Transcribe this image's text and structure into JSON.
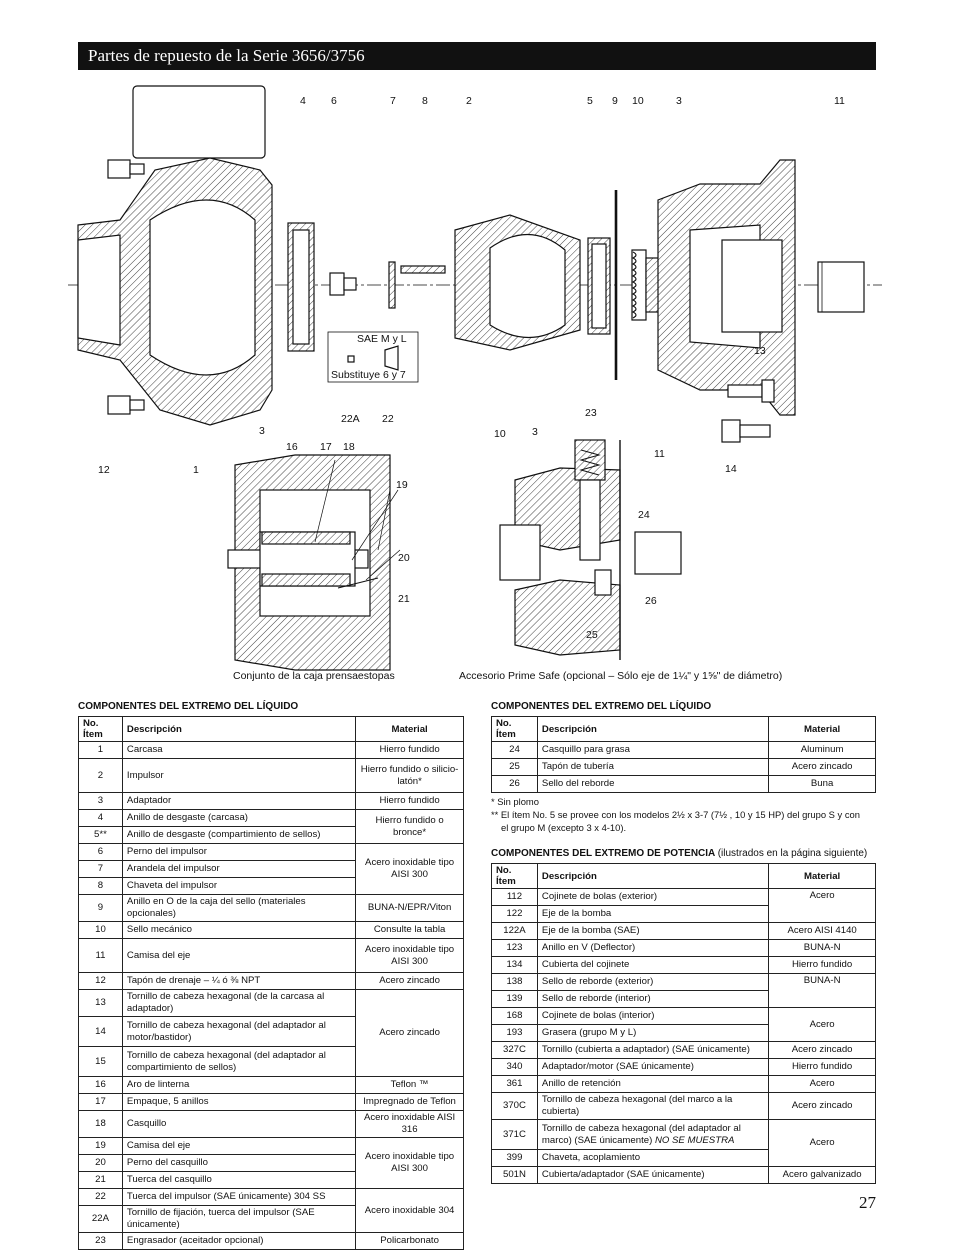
{
  "header": {
    "title": "Partes de repuesto de la Serie 3656/3756"
  },
  "diagram": {
    "top_labels": [
      "4",
      "6",
      "7",
      "8",
      "2",
      "5",
      "9",
      "10",
      "3",
      "11"
    ],
    "side_labels": [
      "12",
      "1",
      "3",
      "16",
      "17",
      "18",
      "19",
      "20",
      "21",
      "22A",
      "22",
      "13",
      "14",
      "10",
      "3",
      "23",
      "11",
      "24",
      "26",
      "25"
    ],
    "inset_title": "SAE M y L",
    "inset_note": "Substituye 6 y 7",
    "caption_left": "Conjunto de la caja prensaestopas",
    "caption_right": "Accesorio Prime Safe (opcional – Sólo eje de 1¼\" y 1⅝\" de diámetro)"
  },
  "table_left": {
    "section": "COMPONENTES DEL EXTREMO DEL LÍQUIDO",
    "headers": [
      "No. Ítem",
      "Descripción",
      "Material"
    ],
    "rows": [
      [
        "1",
        "Carcasa",
        "Hierro fundido"
      ],
      [
        "2",
        "Impulsor",
        "Hierro fundido o silicio-latón*"
      ],
      [
        "3",
        "Adaptador",
        "Hierro fundido"
      ],
      [
        "4",
        "Anillo de desgaste (carcasa)",
        "Hierro fundido o bronce*"
      ],
      [
        "5**",
        "Anillo de desgaste (compartimiento de sellos)",
        ""
      ],
      [
        "6",
        "Perno del impulsor",
        "Acero inoxidable tipo AISI 300"
      ],
      [
        "7",
        "Arandela del impulsor",
        ""
      ],
      [
        "8",
        "Chaveta del impulsor",
        ""
      ],
      [
        "9",
        "Anillo en O de la caja del sello (materiales opcionales)",
        "BUNA-N/EPR/Viton"
      ],
      [
        "10",
        "Sello mecánico",
        "Consulte la tabla"
      ],
      [
        "11",
        "Camisa del eje",
        "Acero inoxidable tipo AISI 300"
      ],
      [
        "12",
        "Tapón de drenaje – ¼ ó ⅜ NPT",
        "Acero zincado"
      ],
      [
        "13",
        "Tornillo de cabeza hexagonal (de la carcasa al adaptador)",
        "Acero zincado"
      ],
      [
        "14",
        "Tornillo de cabeza hexagonal (del adaptador al motor/bastidor)",
        ""
      ],
      [
        "15",
        "Tornillo de cabeza hexagonal (del adaptador al compartimiento de sellos)",
        ""
      ],
      [
        "16",
        "Aro de linterna",
        "Teflon ™"
      ],
      [
        "17",
        "Empaque, 5 anillos",
        "Impregnado de Teflon"
      ],
      [
        "18",
        "Casquillo",
        "Acero inoxidable AISI 316"
      ],
      [
        "19",
        "Camisa del eje",
        "Acero inoxidable tipo AISI 300"
      ],
      [
        "20",
        "Perno del casquillo",
        ""
      ],
      [
        "21",
        "Tuerca del casquillo",
        ""
      ],
      [
        "22",
        "Tuerca del impulsor (SAE únicamente) 304 SS",
        "Acero inoxidable 304"
      ],
      [
        "22A",
        "Tornillo de fijación, tuerca del impulsor (SAE únicamente)",
        ""
      ],
      [
        "23",
        "Engrasador (aceitador opcional)",
        "Policarbonato"
      ]
    ]
  },
  "table_right_top": {
    "section": "COMPONENTES DEL EXTREMO DEL LÍQUIDO",
    "headers": [
      "No. Ítem",
      "Descripción",
      "Material"
    ],
    "rows": [
      [
        "24",
        "Casquillo para grasa",
        "Aluminum"
      ],
      [
        "25",
        "Tapón de tubería",
        "Acero zincado"
      ],
      [
        "26",
        "Sello del reborde",
        "Buna"
      ]
    ]
  },
  "notes": {
    "n1": "* Sin plomo",
    "n2": "** El ítem No. 5 se provee con los modelos 2½ x 3-7 (7½ , 10 y 15 HP) del grupo S y con",
    "n3": "el grupo M (excepto 3 x 4-10)."
  },
  "table_right_bottom": {
    "section": "COMPONENTES DEL EXTREMO DE POTENCIA",
    "section_note": "(ilustrados en la página siguiente)",
    "headers": [
      "No. Ítem",
      "Descripción",
      "Material"
    ],
    "rows": [
      [
        "112",
        "Cojinete de bolas (exterior)",
        "Acero"
      ],
      [
        "122",
        "Eje de la bomba",
        ""
      ],
      [
        "122A",
        "Eje de la bomba (SAE)",
        "Acero AISI 4140"
      ],
      [
        "123",
        "Anillo en V (Deflector)",
        "BUNA-N"
      ],
      [
        "134",
        "Cubierta del cojinete",
        "Hierro fundido"
      ],
      [
        "138",
        "Sello de reborde (exterior)",
        "BUNA-N"
      ],
      [
        "139",
        "Sello de reborde (interior)",
        ""
      ],
      [
        "168",
        "Cojinete de bolas (interior)",
        "Acero"
      ],
      [
        "193",
        "Grasera (grupo M y L)",
        ""
      ],
      [
        "327C",
        "Tornillo (cubierta a adaptador) (SAE únicamente)",
        "Acero zincado"
      ],
      [
        "340",
        "Adaptador/motor (SAE únicamente)",
        "Hierro fundido"
      ],
      [
        "361",
        "Anillo de retención",
        "Acero"
      ],
      [
        "370C",
        "Tornillo de cabeza hexagonal (del marco a la cubierta)",
        "Acero zincado"
      ],
      [
        "371C",
        "Tornillo de cabeza hexagonal (del adaptador al marco) (SAE únicamente)",
        "Acero"
      ],
      [
        "371C_note",
        "NO SE MUESTRA",
        ""
      ],
      [
        "399",
        "Chaveta, acoplamiento",
        ""
      ],
      [
        "501N",
        "Cubierta/adaptador (SAE únicamente)",
        "Acero galvanizado"
      ]
    ]
  },
  "page": {
    "number": "27"
  }
}
